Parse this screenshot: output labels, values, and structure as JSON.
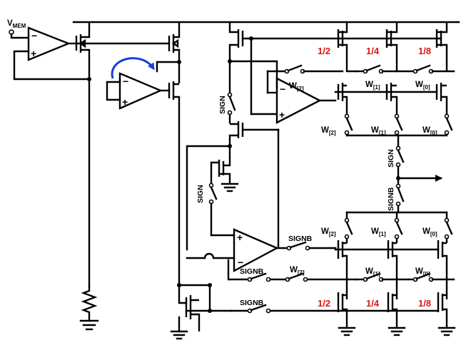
{
  "input": {
    "label": "V",
    "label_sub": "MEM"
  },
  "ratios": {
    "half": "1/2",
    "quarter": "1/4",
    "eighth": "1/8"
  },
  "weights": {
    "w2": "W",
    "w2_sub": "[2]",
    "w1": "W",
    "w1_sub": "[1]",
    "w0": "W",
    "w0_sub": "[0]"
  },
  "signals": {
    "sign": "SIGN",
    "signb": "SIGNB"
  },
  "colors": {
    "ratio": "#e01515",
    "loop_arrow": "#1b3fd6",
    "wire": "#000000"
  },
  "amp_symbols": {
    "minus": "−",
    "plus": "+"
  }
}
